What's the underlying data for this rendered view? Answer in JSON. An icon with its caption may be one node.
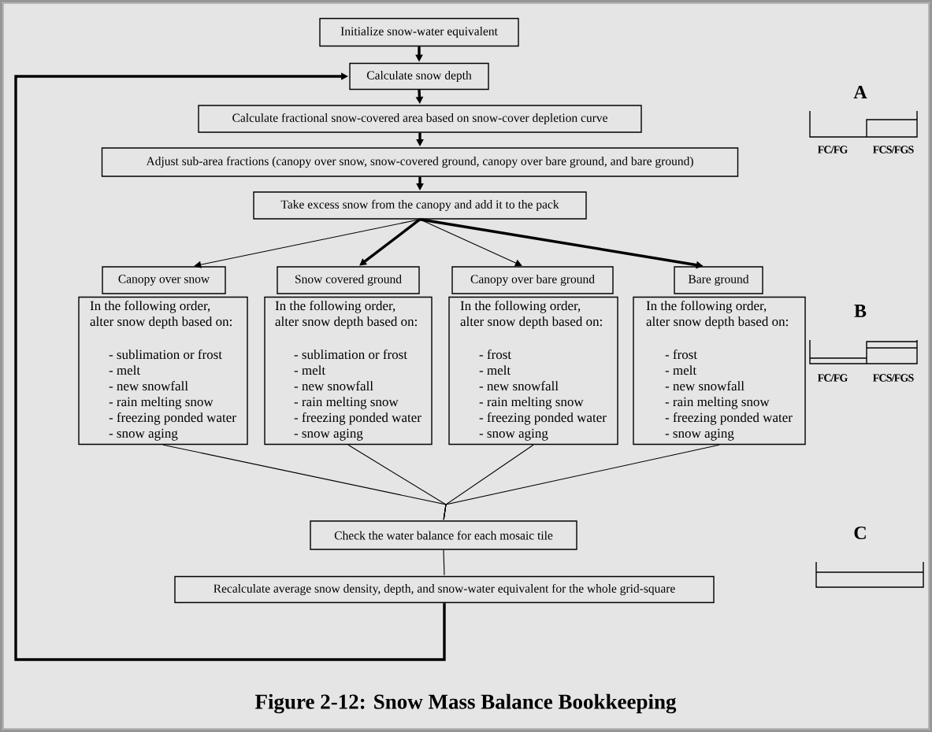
{
  "diagram": {
    "caption": "Figure 2-12: Snow Mass Balance Bookkeeping",
    "nodes": [
      {
        "text": [
          "Initialize snow-water equivalent"
        ]
      },
      {
        "text": [
          "Calculate snow depth"
        ]
      },
      {
        "text": [
          "Calculate fractional snow-covered area based on snow-cover depletion curve"
        ]
      },
      {
        "text": [
          "Adjust sub-area fractions (canopy over snow, snow-covered ground, canopy over bare ground, and bare ground)"
        ]
      },
      {
        "text": [
          "Take excess snow from the canopy and add it to the pack"
        ]
      },
      {
        "text": [
          "Canopy over snow"
        ]
      },
      {
        "text": [
          "Snow covered ground"
        ]
      },
      {
        "text": [
          "Canopy over bare ground"
        ]
      },
      {
        "text": [
          "Bare ground"
        ]
      },
      {
        "text": [
          "In the following order, alter snow depth based on:",
          "- sublimation or frost",
          "- melt",
          "- new snowfall",
          "- rain melting snow",
          "- freezing ponded water",
          "- snow aging"
        ]
      },
      {
        "text": [
          "In the following order, alter snow depth based on:",
          "- sublimation or frost",
          "- melt",
          "- new snowfall",
          "- rain melting snow",
          "- freezing ponded water",
          "- snow aging"
        ]
      },
      {
        "text": [
          "In the following order, alter snow depth based on:",
          "- frost",
          "- melt",
          "- new snowfall",
          "- rain melting snow",
          "- freezing ponded water",
          "- snow aging"
        ]
      },
      {
        "text": [
          "In the following order, alter snow depth based on:",
          "- frost",
          "- melt",
          "- new snowfall",
          "- rain melting snow",
          "- freezing ponded water",
          "- snow aging"
        ]
      },
      {
        "text": [
          "Check the water balance for each mosaic tile"
        ]
      },
      {
        "text": [
          "Recalculate average snow density, depth, and snow-water equivalent for the whole grid-square"
        ]
      }
    ],
    "edges": [
      {
        "from": 0,
        "to": 1,
        "arrow": "to",
        "style": "thick"
      },
      {
        "from": 1,
        "to": 2,
        "arrow": "to",
        "style": "thick"
      },
      {
        "from": 2,
        "to": 3,
        "arrow": "to",
        "style": "thick"
      },
      {
        "from": 3,
        "to": 4,
        "arrow": "to",
        "style": "thick"
      },
      {
        "from": 4,
        "to": 5,
        "arrow": "to"
      },
      {
        "from": 4,
        "to": 6,
        "arrow": "to",
        "style": "thick"
      },
      {
        "from": 4,
        "to": 7,
        "arrow": "to"
      },
      {
        "from": 4,
        "to": 8,
        "arrow": "to",
        "style": "thick"
      },
      {
        "from": 9,
        "to": 13,
        "arrow": "none"
      },
      {
        "from": 10,
        "to": 13,
        "arrow": "none"
      },
      {
        "from": 11,
        "to": 13,
        "arrow": "none"
      },
      {
        "from": 12,
        "to": 13,
        "arrow": "none"
      },
      {
        "from": 13,
        "to": 14,
        "arrow": "none"
      },
      {
        "from": 14,
        "to": 1,
        "arrow": "to",
        "style": "thick"
      }
    ],
    "labels": [
      "A",
      "FC/FG",
      "FCS/FGS",
      "B",
      "FC/FG",
      "FCS/FGS",
      "C"
    ]
  }
}
